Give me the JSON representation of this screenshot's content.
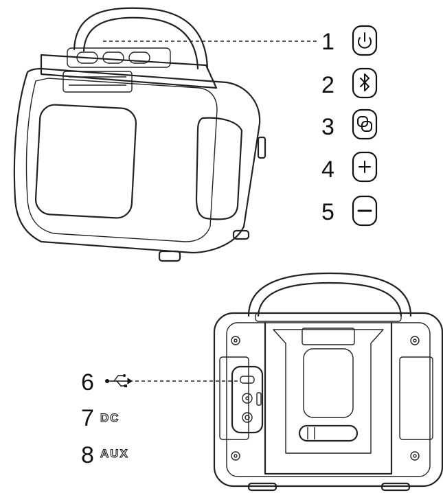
{
  "callouts": [
    {
      "number": "1",
      "icon": "power-icon"
    },
    {
      "number": "2",
      "icon": "bluetooth-icon"
    },
    {
      "number": "3",
      "icon": "mode-icon"
    },
    {
      "number": "4",
      "icon": "plus-icon"
    },
    {
      "number": "5",
      "icon": "minus-icon"
    }
  ],
  "ports": [
    {
      "number": "6",
      "icon": "usb-icon",
      "label": ""
    },
    {
      "number": "7",
      "icon": "dc-icon",
      "label": "DC"
    },
    {
      "number": "8",
      "icon": "aux-icon",
      "label": "AUX"
    }
  ]
}
